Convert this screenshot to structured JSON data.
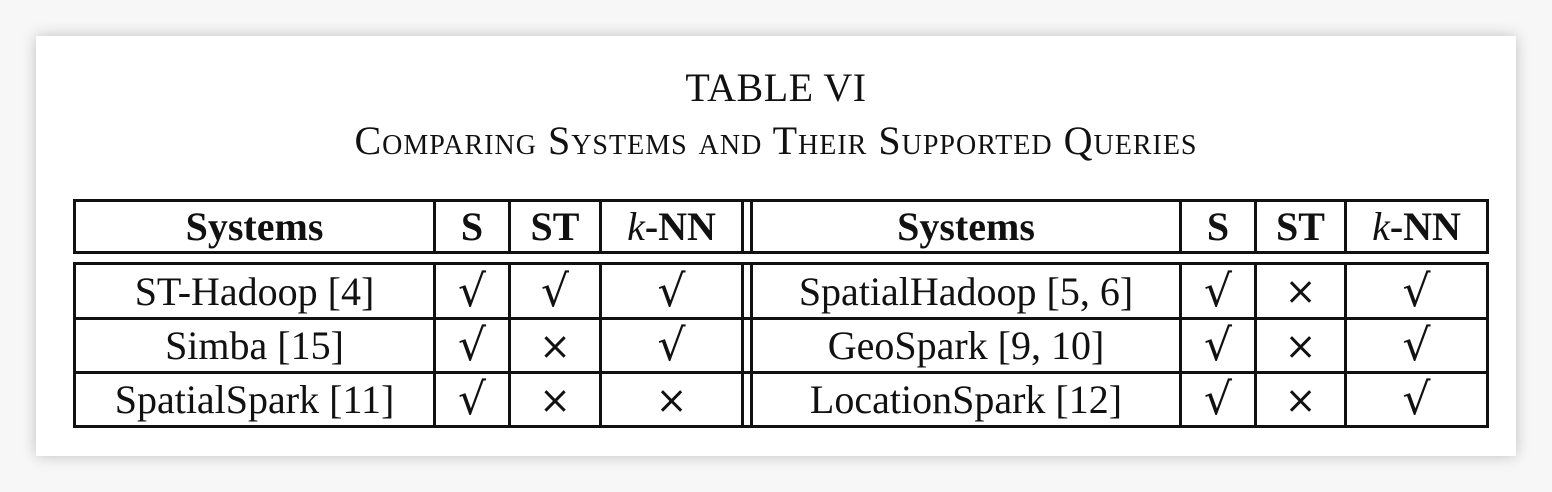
{
  "caption": {
    "title": "TABLE VI",
    "subtitle": "Comparing Systems and Their Supported Queries"
  },
  "table": {
    "headers": {
      "systems": "Systems",
      "s": "S",
      "st": "ST",
      "knn_k": "k",
      "knn_rest": "-NN"
    },
    "left_rows": [
      {
        "system": "ST-Hadoop [4]",
        "s": "√",
        "st": "√",
        "knn": "√"
      },
      {
        "system": "Simba [15]",
        "s": "√",
        "st": "×",
        "knn": "√"
      },
      {
        "system": "SpatialSpark [11]",
        "s": "√",
        "st": "×",
        "knn": "×"
      }
    ],
    "right_rows": [
      {
        "system": "SpatialHadoop [5, 6]",
        "s": "√",
        "st": "×",
        "knn": "√"
      },
      {
        "system": "GeoSpark [9, 10]",
        "s": "√",
        "st": "×",
        "knn": "√"
      },
      {
        "system": "LocationSpark [12]",
        "s": "√",
        "st": "×",
        "knn": "√"
      }
    ]
  }
}
